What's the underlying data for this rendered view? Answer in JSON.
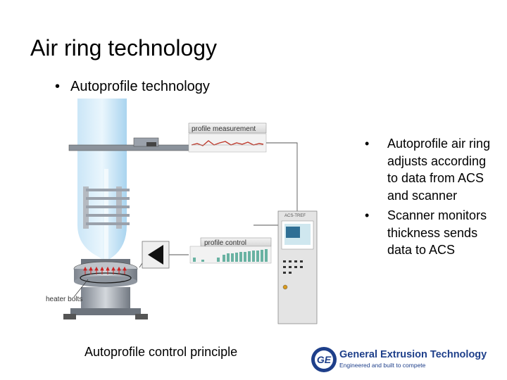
{
  "slide": {
    "title": "Air ring technology",
    "bullet": "Autoprofile technology",
    "right_bullets": [
      "Autoprofile air ring adjusts according to data from ACS and scanner",
      "Scanner monitors thickness sends data to ACS"
    ],
    "caption": "Autoprofile control principle"
  },
  "diagram": {
    "label_profile_measurement": "profile measurement",
    "label_profile_control": "profile control",
    "label_heater_bolts": "heater bolts",
    "label_cabinet": "ACS-TREF"
  },
  "logo": {
    "mark": "GE",
    "name": "General Extrusion Technology",
    "tagline": "Engineered and built to compete"
  },
  "colors": {
    "bubble": "#b8dcf2",
    "machine_gray": "#9aa1ab",
    "text_blue": "#1e3f8a",
    "heater_arrow": "#cc2222"
  }
}
